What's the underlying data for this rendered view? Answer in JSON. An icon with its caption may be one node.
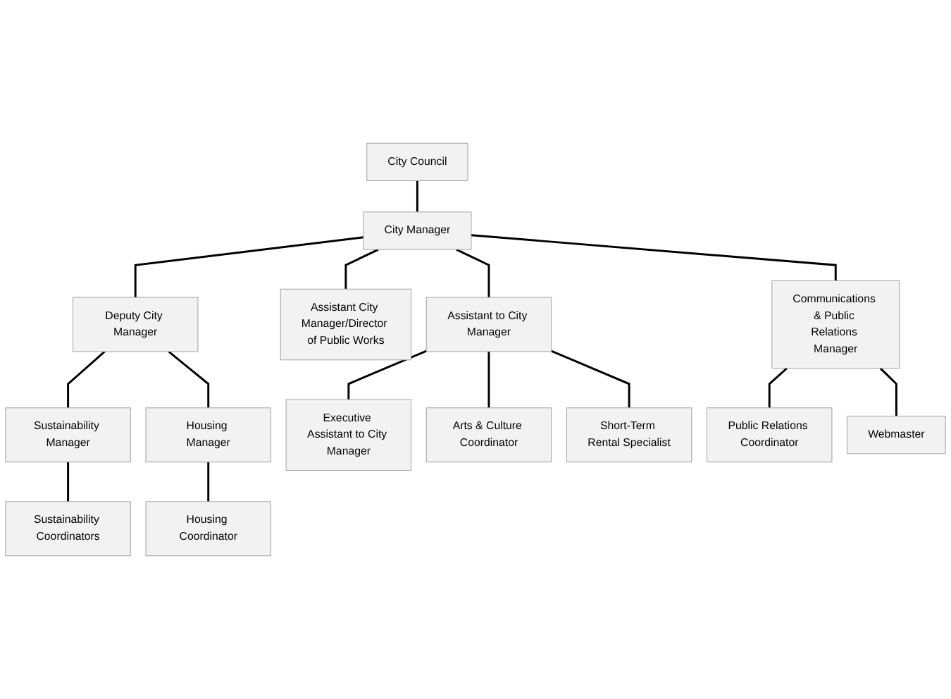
{
  "diagram": {
    "nodes": [
      {
        "text": [
          "City Council"
        ]
      },
      {
        "text": [
          "City Manager"
        ]
      },
      {
        "text": [
          "Deputy City Manager"
        ]
      },
      {
        "text": [
          "Assistant City Manager/Director of Public Works"
        ]
      },
      {
        "text": [
          "Assistant to City Manager"
        ]
      },
      {
        "text": [
          "Communications & Public Relations Manager"
        ]
      },
      {
        "text": [
          "Sustainability Manager"
        ]
      },
      {
        "text": [
          "Housing Manager"
        ]
      },
      {
        "text": [
          "Sustainability Coordinators"
        ]
      },
      {
        "text": [
          "Housing Coordinator"
        ]
      },
      {
        "text": [
          "Executive Assistant to City Manager"
        ]
      },
      {
        "text": [
          "Arts & Culture Coordinator"
        ]
      },
      {
        "text": [
          "Short-Term Rental Specialist"
        ]
      },
      {
        "text": [
          "Public Relations Coordinator"
        ]
      },
      {
        "text": [
          "Webmaster"
        ]
      }
    ],
    "edges": [
      {
        "from": 0,
        "to": 1,
        "arrow": "none"
      },
      {
        "from": 1,
        "to": 2,
        "arrow": "none"
      },
      {
        "from": 1,
        "to": 3,
        "arrow": "none"
      },
      {
        "from": 1,
        "to": 4,
        "arrow": "none"
      },
      {
        "from": 1,
        "to": 5,
        "arrow": "none"
      },
      {
        "from": 2,
        "to": 6,
        "arrow": "none"
      },
      {
        "from": 2,
        "to": 7,
        "arrow": "none"
      },
      {
        "from": 6,
        "to": 8,
        "arrow": "none"
      },
      {
        "from": 7,
        "to": 9,
        "arrow": "none"
      },
      {
        "from": 4,
        "to": 10,
        "arrow": "none"
      },
      {
        "from": 4,
        "to": 11,
        "arrow": "none"
      },
      {
        "from": 4,
        "to": 12,
        "arrow": "none"
      },
      {
        "from": 5,
        "to": 13,
        "arrow": "none"
      },
      {
        "from": 5,
        "to": 14,
        "arrow": "none"
      }
    ]
  }
}
